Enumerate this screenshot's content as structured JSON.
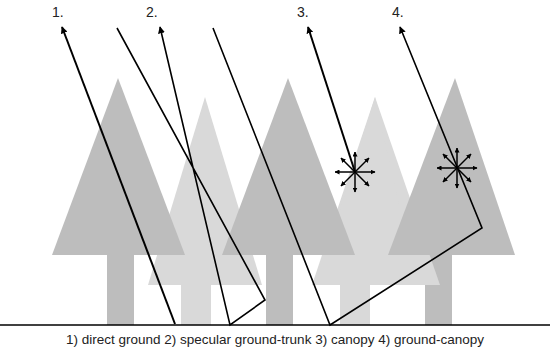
{
  "diagram": {
    "caption": "1) direct ground 2) specular ground-trunk 3) canopy 4) ground-canopy",
    "labels": [
      "1.",
      "2.",
      "3.",
      "4."
    ]
  }
}
